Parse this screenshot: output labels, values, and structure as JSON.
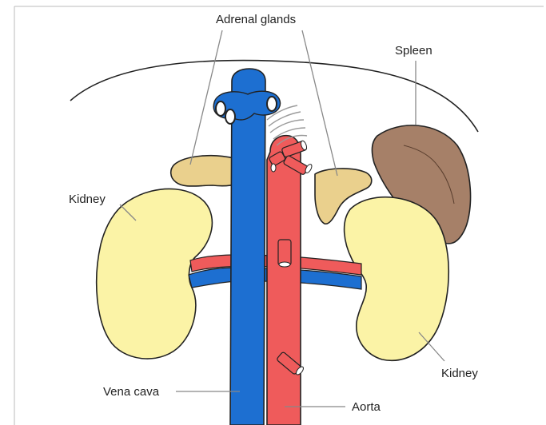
{
  "labels": {
    "adrenal_glands": "Adrenal glands",
    "spleen": "Spleen",
    "kidney_left": "Kidney",
    "kidney_right": "Kidney",
    "vena_cava": "Vena cava",
    "aorta": "Aorta"
  },
  "colors": {
    "vena_cava": "#1d6fd1",
    "aorta": "#ef5b5b",
    "kidney": "#fbf3a6",
    "adrenal": "#ead08d",
    "spleen": "#a68068"
  }
}
